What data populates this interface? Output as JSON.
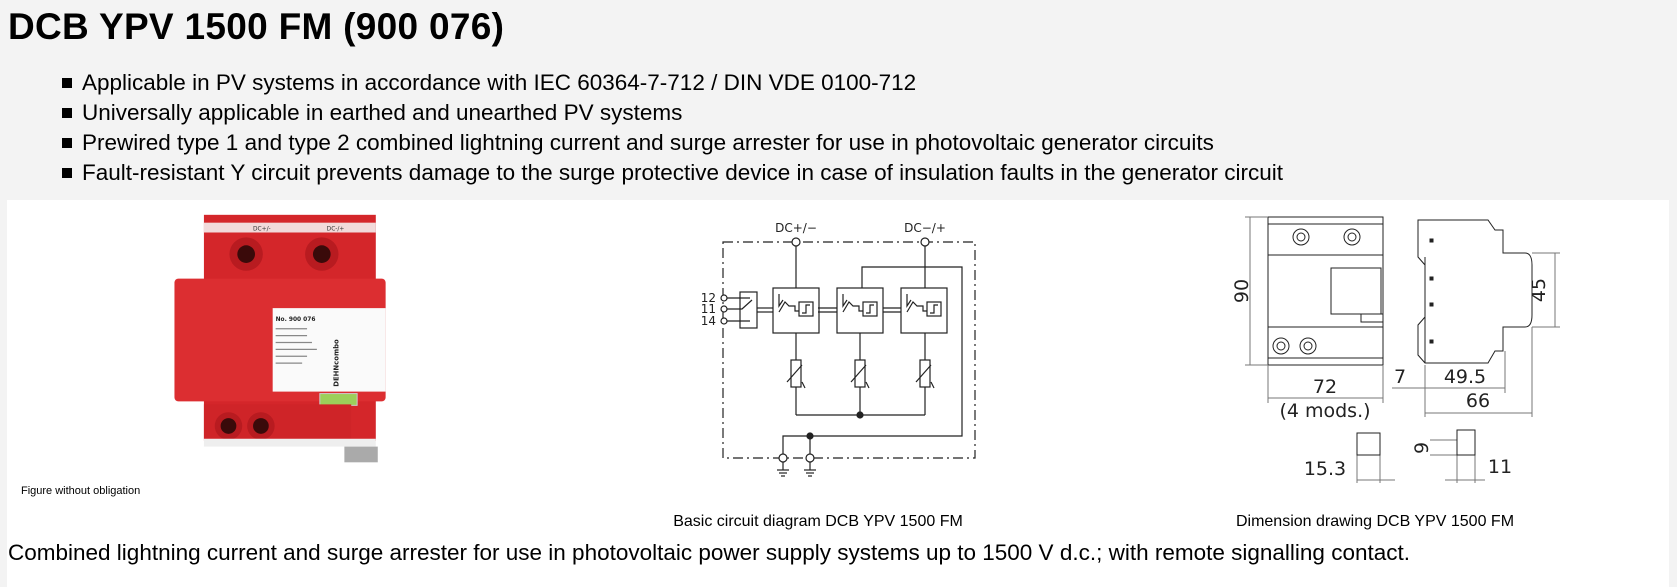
{
  "title": "DCB YPV 1500 FM (900 076)",
  "bullets": [
    "Applicable in PV systems in accordance with IEC 60364-7-712 / DIN VDE 0100-712",
    "Universally applicable in earthed and unearthed PV systems",
    "Prewired type 1 and type 2 combined lightning current and surge arrester for use in photovoltaic generator circuits",
    "Fault-resistant Y circuit prevents damage to the surge protective device in case of insulation faults in the generator circuit"
  ],
  "figure_note": "Figure without obligation",
  "circuit": {
    "caption": "Basic circuit diagram DCB YPV 1500 FM",
    "terminal_left": "DC+/−",
    "terminal_right": "DC−/+",
    "contacts": [
      "12",
      "11",
      "14"
    ]
  },
  "dimensions": {
    "caption": "Dimension drawing DCB YPV 1500 FM",
    "height": "90",
    "width": "72",
    "modules": "(4 mods.)",
    "offset": "7",
    "depth_inner": "49.5",
    "depth_total": "66",
    "front_height": "45",
    "plug_width": "15.3",
    "plug_height": "9",
    "plug_depth": "11"
  },
  "product_photo": {
    "terminal_top_left": "DC+/-",
    "terminal_top_right": "DC-/+",
    "label_no": "No. 900 076",
    "brand": "DEHNcombo"
  },
  "description": "Combined lightning current and surge arrester for use in photovoltaic power supply systems up to 1500 V d.c.; with remote signalling contact."
}
